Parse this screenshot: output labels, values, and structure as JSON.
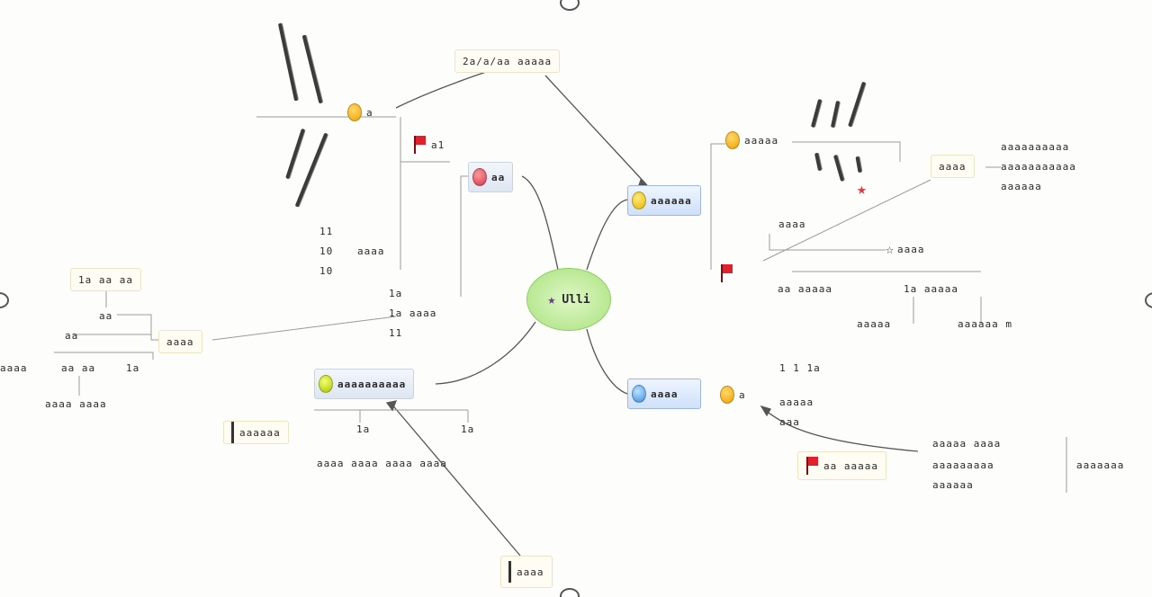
{
  "colors": {
    "link": "#555555",
    "central_fill": "#b6e58e",
    "marker_orange": "#f0a200",
    "marker_red": "#d53545",
    "marker_yellow": "#e7b700",
    "marker_lime": "#a8c400",
    "marker_blue": "#3a8de0",
    "flag_red": "#e0202c"
  },
  "icons": [
    "star-icon",
    "priority-marker-icon",
    "flag-icon"
  ],
  "central": {
    "label": "Ulli"
  },
  "nodes": {
    "top_note": "2a/a/aa aaaaa",
    "top_left_marker": "a",
    "top_left_flag": "a1",
    "red_topic": "aa",
    "digits_a": "11",
    "digits_b": "10",
    "digits_c": "10",
    "digits_label": "aaaa",
    "mid_a": "1a",
    "mid_b": "1a aaaa",
    "mid_c": "11",
    "left_head": "1a aa aa",
    "left_a": "aa",
    "left_b": "aa",
    "left_topic": "aaaa",
    "left_c": "aaaa",
    "left_d": "aa aa",
    "left_e": "1a",
    "left_f": "aaaa aaaa",
    "lime_topic": "aaaaaaaaaa",
    "lime_note": "aaaaaa",
    "lime_a": "1a",
    "lime_b": "1a",
    "lime_row": "aaaa aaaa aaaa aaaa",
    "bottom_note": "aaaa",
    "yellow_topic": "aaaaaa",
    "right_marker_label": "aaaaa",
    "right_note": "aaaa",
    "right_text_1": "aaaaaaaaaa",
    "right_text_2": "aaaaaaaaaaa",
    "right_text_3": "aaaaaa",
    "right_small": "aaaa",
    "right_star_label": "aaaa",
    "right_flag_1": "",
    "right_sub_a": "aa aaaaa",
    "right_sub_b": "1a aaaaa",
    "right_sub_c": "aaaaa",
    "right_sub_d": "aaaaaa m",
    "blue_topic": "aaaa",
    "blue_marker_label": "a",
    "blue_text_1": "1 1 1a",
    "blue_text_2": "aaaaa",
    "blue_text_3": "aaa",
    "blue_flag_label": "aa aaaaa",
    "blue_right_1": "aaaaa aaaa",
    "blue_right_2": "aaaaaaaaa",
    "blue_right_3": "aaaaaa",
    "blue_far": "aaaaaaa"
  }
}
